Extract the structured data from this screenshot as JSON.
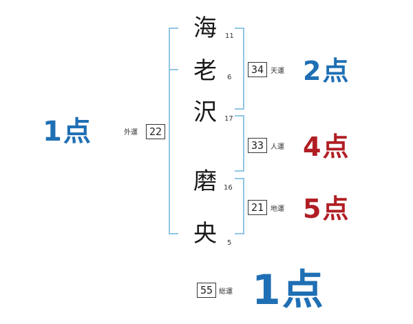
{
  "colors": {
    "bracket": "#8fc6e6",
    "score_blue": "#1f6fb4",
    "score_red": "#b01e24"
  },
  "name": {
    "chars": [
      {
        "char": "海",
        "strokes": "11"
      },
      {
        "char": "老",
        "strokes": "6"
      },
      {
        "char": "沢",
        "strokes": "17"
      },
      {
        "char": "磨",
        "strokes": "16"
      },
      {
        "char": "央",
        "strokes": "5"
      }
    ]
  },
  "outer": {
    "value": "22",
    "label": "外運",
    "score": "1点"
  },
  "heaven": {
    "value": "34",
    "label": "天運",
    "score": "2点"
  },
  "person": {
    "value": "33",
    "label": "人運",
    "score": "4点"
  },
  "earth": {
    "value": "21",
    "label": "地運",
    "score": "5点"
  },
  "total": {
    "value": "55",
    "label": "総運",
    "score": "1点"
  }
}
